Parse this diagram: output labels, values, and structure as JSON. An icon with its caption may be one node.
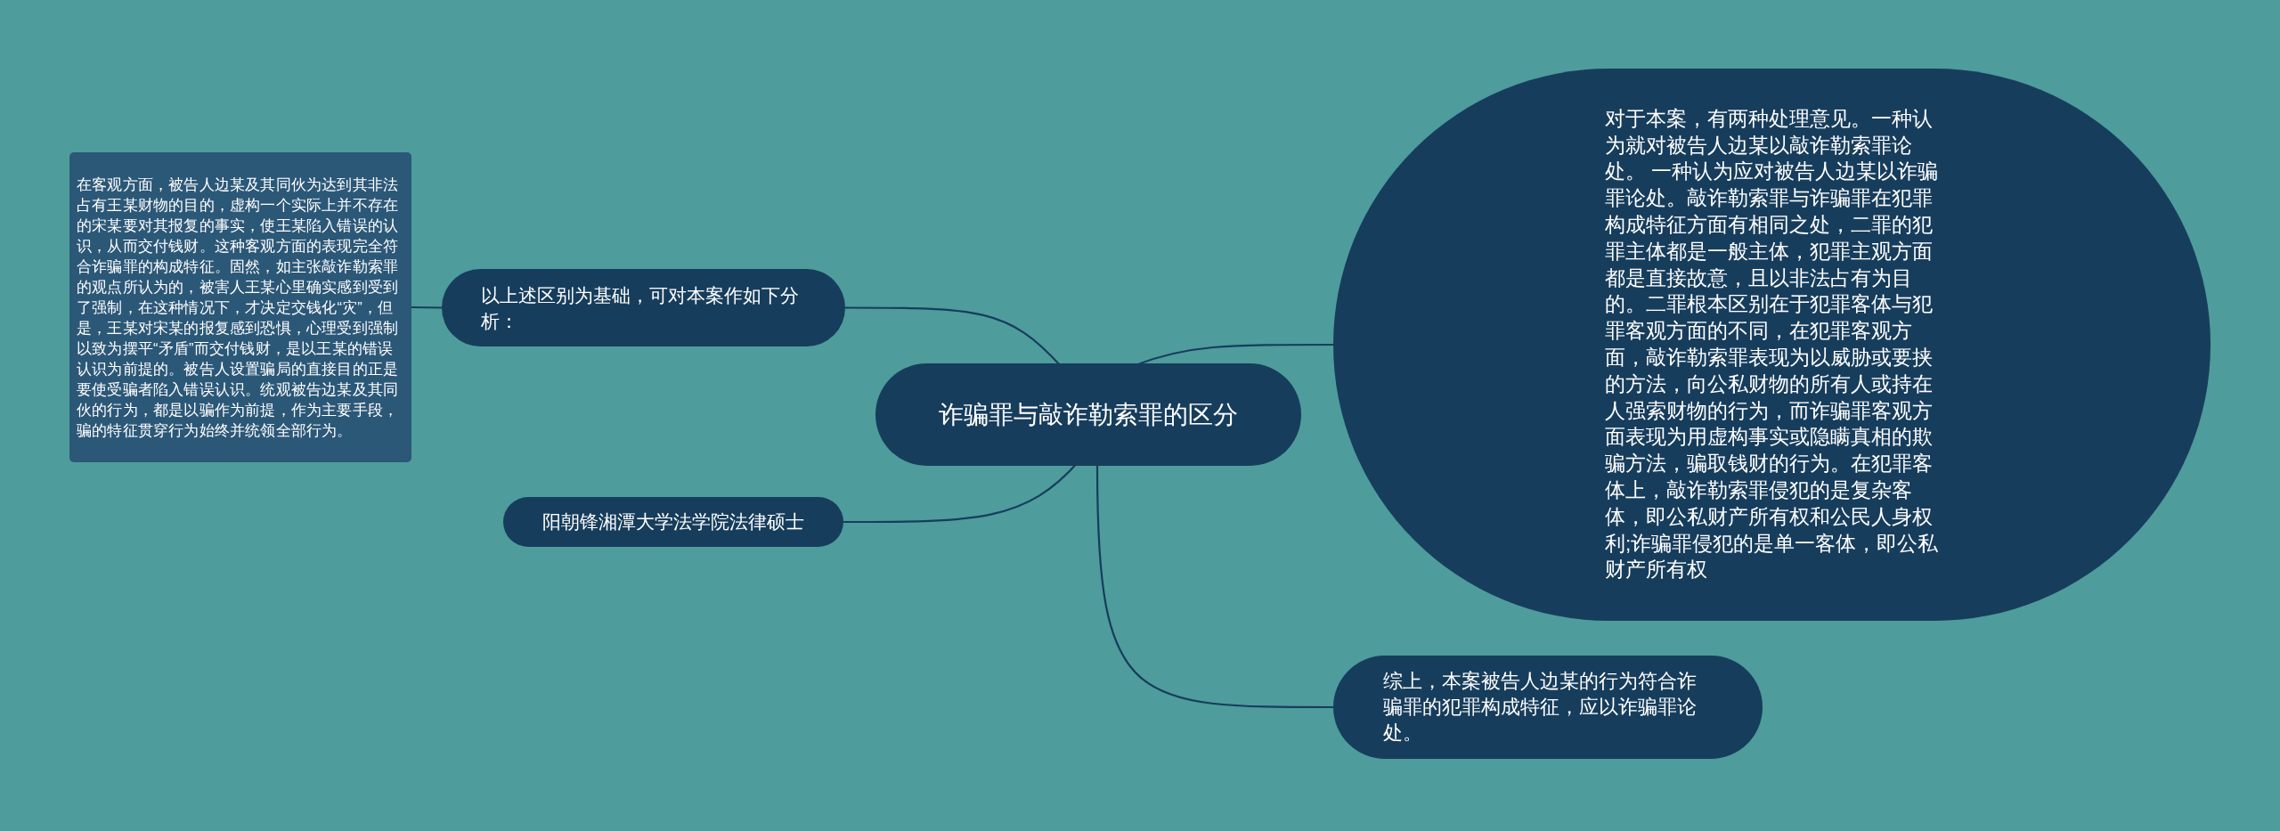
{
  "diagram": {
    "nodes": [
      {
        "text": [
          "诈骗罪与敲诈勒索罪的区分"
        ]
      },
      {
        "text": [
          "以上述区别为基础，可对本案作如下分析："
        ]
      },
      {
        "text": [
          "在客观方面，被告人边某及其同伙为达到其非法占有王某财物的目的，虚构一个实际上并不存在的宋某要对其报复的事实，使王某陷入错误的认识，从而交付钱财。这种客观方面的表现完全符合诈骗罪的构成特征。固然，如主张敲诈勒索罪的观点所认为的，被害人王某心里确实感到受到了强制，在这种情况下，才决定交钱化“灾”，但是，王某对宋某的报复感到恐惧，心理受到强制以致为摆平“矛盾”而交付钱财，是以王某的错误认识为前提的。被告人设置骗局的直接目的正是要使受骗者陷入错误认识。统观被告边某及其同伙的行为，都是以骗作为前提，作为主要手段，骗的特征贯穿行为始终并统领全部行为。"
        ]
      },
      {
        "text": [
          "阳朝锋湘潭大学法学院法律硕士"
        ]
      },
      {
        "text": [
          "对于本案，有两种处理意见。一种认为就对被告人边某以敲诈勒索罪论处。 一种认为应对被告人边某以诈骗罪论处。敲诈勒索罪与诈骗罪在犯罪构成特征方面有相同之处，二罪的犯罪主体都是一般主体，犯罪主观方面都是直接故意，且以非法占有为目的。二罪根本区别在于犯罪客体与犯罪客观方面的不同，在犯罪客观方面，敲诈勒索罪表现为以威胁或要挟的方法，向公私财物的所有人或持在人强索财物的行为，而诈骗罪客观方面表现为用虚构事实或隐瞒真相的欺骗方法，骗取钱财的行为。在犯罪客体上，敲诈勒索罪侵犯的是复杂客体，即公私财产所有权和公民人身权利;诈骗罪侵犯的是单一客体，即公私财产所有权"
        ]
      },
      {
        "text": [
          "综上，本案被告人边某的行为符合诈骗罪的犯罪构成特征，应以诈骗罪论处。"
        ]
      }
    ],
    "edges": [
      {
        "from": 0,
        "to": 1,
        "arrow": "none"
      },
      {
        "from": 1,
        "to": 2,
        "arrow": "none"
      },
      {
        "from": 0,
        "to": 3,
        "arrow": "none"
      },
      {
        "from": 0,
        "to": 4,
        "arrow": "none"
      },
      {
        "from": 0,
        "to": 5,
        "arrow": "none"
      }
    ]
  }
}
